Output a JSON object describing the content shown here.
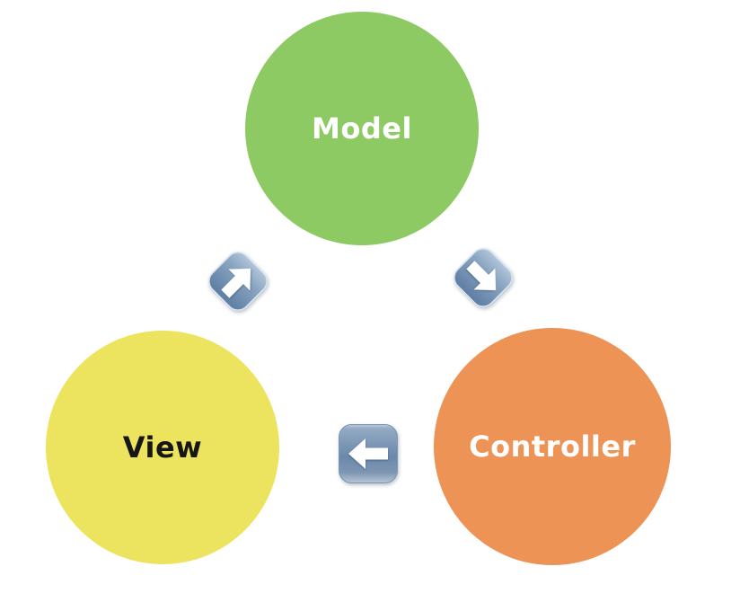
{
  "diagram": {
    "type": "cycle",
    "background": "#ffffff",
    "nodes": [
      {
        "label": "Model",
        "fill": "#8dca63",
        "text_color": "#ffffff"
      },
      {
        "label": "View",
        "fill": "#ece45f",
        "text_color": "#161616"
      },
      {
        "label": "Controller",
        "fill": "#ec9355",
        "text_color": "#ffffff"
      }
    ],
    "connectors": [
      {
        "icon": "arrow-up-right-icon",
        "shape": "rounded-diamond",
        "direction": "up-right",
        "between": [
          "View",
          "Model"
        ]
      },
      {
        "icon": "arrow-down-right-icon",
        "shape": "rounded-diamond",
        "direction": "down-right",
        "between": [
          "Model",
          "Controller"
        ]
      },
      {
        "icon": "arrow-left-icon",
        "shape": "rounded-square",
        "direction": "left",
        "between": [
          "Controller",
          "View"
        ]
      }
    ],
    "connector_colors": {
      "gradient_top": "#ccdae8",
      "gradient_mid": "#8ba6c2",
      "gradient_bottom": "#4e7098",
      "glyph": "#ffffff"
    }
  }
}
